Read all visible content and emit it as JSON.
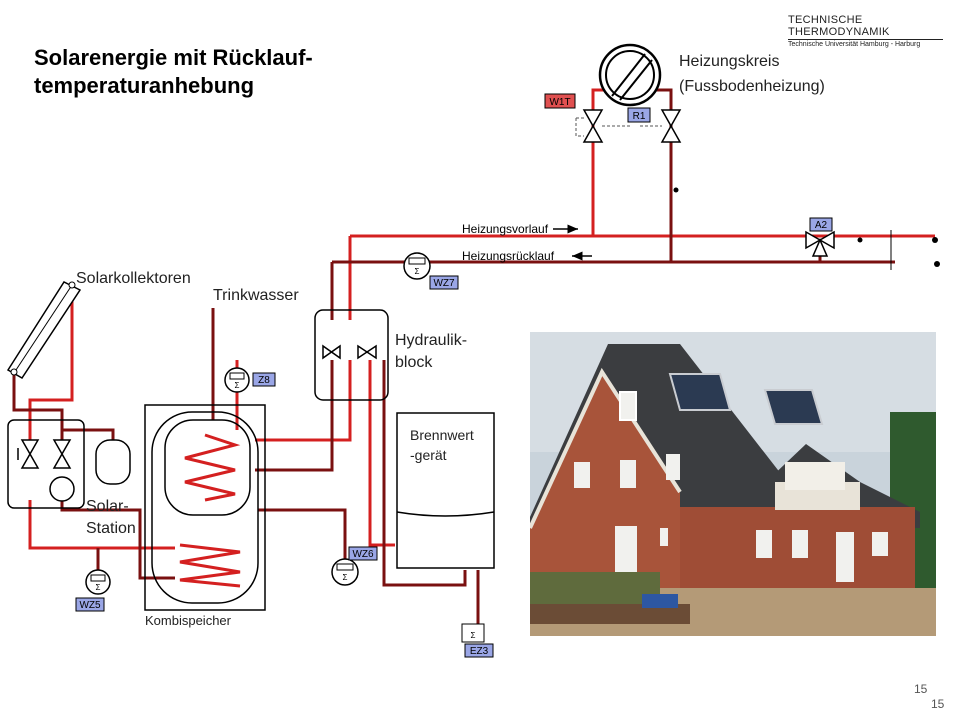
{
  "slide": {
    "title_line1": "Solarenergie mit Rücklauf-",
    "title_line2": "temperaturanhebung",
    "page_number": "15",
    "page_number_alt": "15"
  },
  "logo": {
    "name": "TECHNISCHE THERMODYNAMIK",
    "subtitle": "Technische Universität Hamburg - Harburg"
  },
  "diagram": {
    "heating_circuit": "Heizungskreis",
    "heating_circuit_sub": "(Fussbodenheizung)",
    "supply_line": "Heizungsvorlauf",
    "return_line": "Heizungsrücklauf",
    "solar_collectors": "Solarkollektoren",
    "drinking_water": "Trinkwasser",
    "hydraulic_block_1": "Hydraulik-",
    "hydraulic_block_2": "block",
    "condensing_boiler_1": "Brennwert",
    "condensing_boiler_2": "-gerät",
    "solar_station_1": "Solar-",
    "solar_station_2": "Station",
    "combi_storage": "Kombispeicher",
    "tags": {
      "w1t": "W1T",
      "r1": "R1",
      "a2": "A2",
      "wz7": "WZ7",
      "z8": "Z8",
      "wz6": "WZ6",
      "wz5": "WZ5",
      "ez3": "EZ3"
    }
  },
  "colors": {
    "hot_pipe": "#d42020",
    "cold_pipe": "#7a1010",
    "tag_fill": "#9aa6e6",
    "tag_red": "#e05050"
  }
}
